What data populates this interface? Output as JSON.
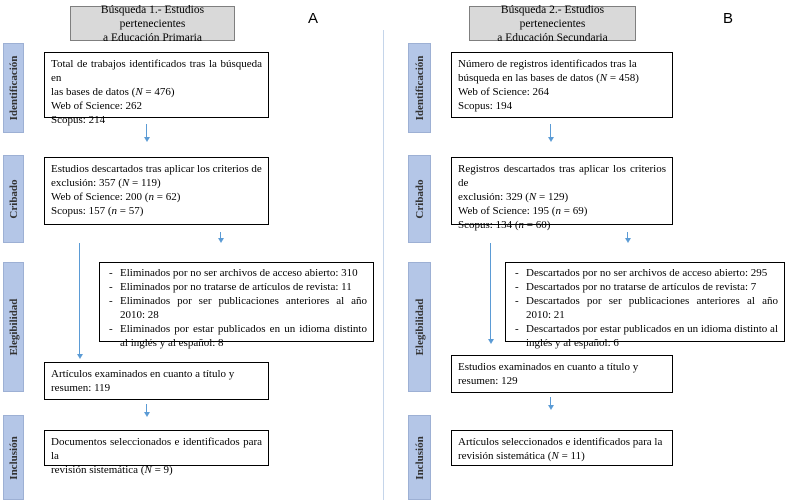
{
  "panelA": {
    "letter": "A",
    "header": [
      "Búsqueda 1.- Estudios pertenecientes",
      "a Educación Primaria"
    ],
    "labels": {
      "identificacion": "Identificación",
      "cribado": "Cribado",
      "elegibilidad": "Elegibilidad",
      "inclusion": "Inclusión"
    },
    "box1": {
      "l1": "Total de trabajos identificados tras la búsqueda en",
      "l2a": "las bases de datos (",
      "l2n": "N",
      "l2b": " = 476)",
      "l3": "Web of Science: 262",
      "l4": "Scopus: 214"
    },
    "box2": {
      "l1": "Estudios descartados tras aplicar los criterios de",
      "l2a": "exclusión: 357 (",
      "l2n": "N",
      "l2b": " = 119)",
      "l3a": "Web of Science: 200  (",
      "l3n": "n",
      "l3b": " = 62)",
      "l4a": "Scopus: 157 (",
      "l4n": "n",
      "l4b": " = 57)"
    },
    "excluded": [
      "Eliminados por no ser archivos de acceso abierto: 310",
      "Eliminados por no tratarse de artículos de revista: 11",
      "Eliminados por ser publicaciones anteriores al año 2010: 28",
      "Eliminados por estar publicados en un idioma distinto al inglés y al español: 8"
    ],
    "box4": {
      "l1": "Artículos examinados en cuanto a título y",
      "l2": "resumen: 119"
    },
    "box5": {
      "l1": "Documentos seleccionados e identificados para la",
      "l2a": "revisión sistemática (",
      "l2n": "N",
      "l2b": " = 9)"
    }
  },
  "panelB": {
    "letter": "B",
    "header": [
      "Búsqueda 2.- Estudios pertenecientes",
      "a Educación Secundaria"
    ],
    "labels": {
      "identificacion": "Identificación",
      "cribado": "Cribado",
      "elegibilidad": "Elegibilidad",
      "inclusion": "Inclusión"
    },
    "box1": {
      "l1": "Número de registros identificados tras la",
      "l2a": "búsqueda en las bases de datos (",
      "l2n": "N",
      "l2b": " = 458)",
      "l3": "Web of Science: 264",
      "l4": "Scopus: 194"
    },
    "box2": {
      "l1": "Registros descartados tras aplicar los criterios de",
      "l2a": "exclusión: 329 (",
      "l2n": "N",
      "l2b": " = 129)",
      "l3a": "Web of Science: 195 (",
      "l3n": "n",
      "l3b": " = 69)",
      "l4a": "Scopus:  134 (",
      "l4n": "n",
      "l4b": " = 60)"
    },
    "excluded": [
      "Descartados por no ser archivos de acceso abierto: 295",
      "Descartados por no tratarse de artículos de revista: 7",
      "Descartados por ser publicaciones anteriores al año 2010: 21",
      "Descartados por estar publicados en un idioma distinto al inglés y al español: 6"
    ],
    "box4": {
      "l1": "Estudios examinados en cuanto a título y",
      "l2": "resumen: 129"
    },
    "box5": {
      "l1": "Artículos seleccionados e identificados para la",
      "l2a": "revisión sistemática (",
      "l2n": "N",
      "l2b": " = 11)"
    }
  }
}
